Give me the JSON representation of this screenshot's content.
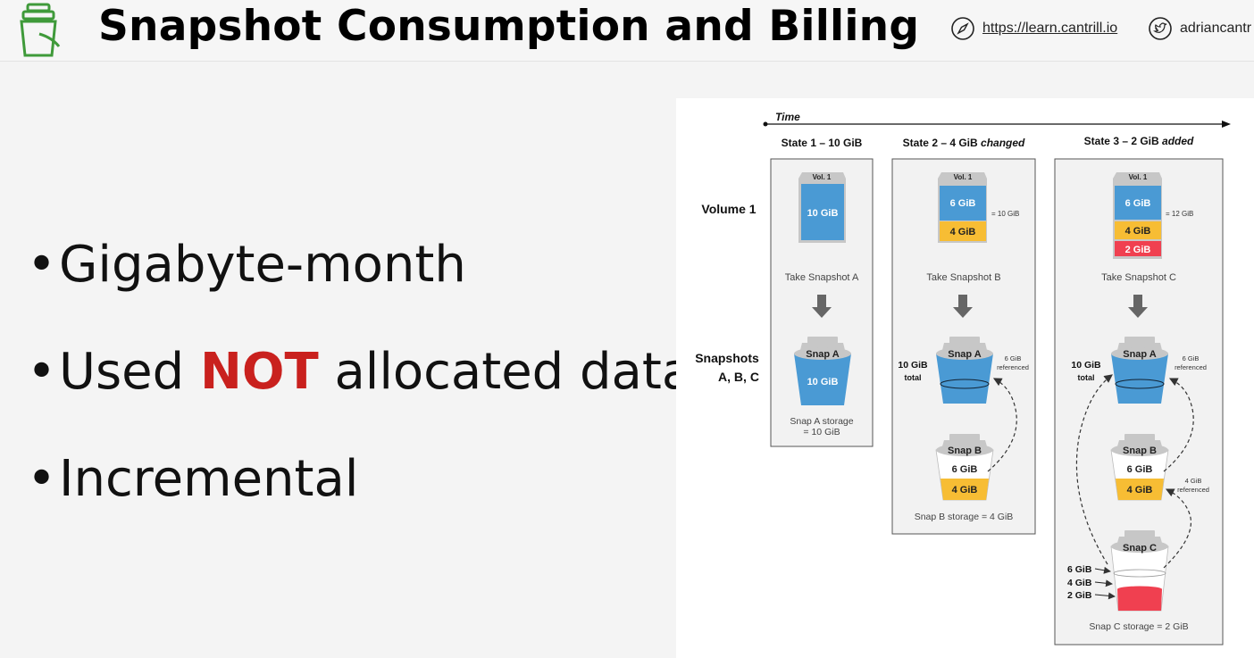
{
  "header": {
    "title": "Snapshot Consumption and Billing",
    "site_link": "https://learn.cantrill.io",
    "twitter_handle": "adriancantr",
    "logo_icon": "bucket-logo-icon",
    "site_icon": "compass-icon",
    "twitter_icon": "twitter-bird-icon",
    "logo_color": "#3f9a3a"
  },
  "bullets": [
    {
      "pre": "Gigabyte-month",
      "highlight": "",
      "post": ""
    },
    {
      "pre": "Used ",
      "highlight": "NOT",
      "post": " allocated data"
    },
    {
      "pre": "Incremental",
      "highlight": "",
      "post": ""
    }
  ],
  "colors": {
    "highlight": "#c9211e",
    "blue": "#4a9ad4",
    "yellow": "#f7bd34",
    "red": "#f04050",
    "grey": "#c7c7c7"
  },
  "diagram": {
    "time_label": "Time",
    "row_volume": "Volume 1",
    "row_snapshots_1": "Snapshots",
    "row_snapshots_2": "A, B, C",
    "states": [
      {
        "heading": "State 1 – 10 GiB",
        "heading_em": "",
        "vol_label": "Vol. 1",
        "vol_segments": [
          "10 GiB"
        ],
        "vol_total": "",
        "action": "Take Snapshot A",
        "storage": [
          "Snap A storage",
          "= 10 GiB"
        ]
      },
      {
        "heading": "State 2 – 4 GiB ",
        "heading_em": "changed",
        "vol_label": "Vol. 1",
        "vol_segments": [
          "6 GiB",
          "4 GiB"
        ],
        "vol_total": "= 10 GiB",
        "action": "Take Snapshot B",
        "total_gib": "10 GiB",
        "total_word": "total",
        "ref_a": [
          "6 GiB",
          "referenced"
        ],
        "storage": [
          "Snap B storage = 4 GiB"
        ]
      },
      {
        "heading": "State 3 – 2 GiB ",
        "heading_em": "added",
        "vol_label": "Vol. 1",
        "vol_segments": [
          "6 GiB",
          "4 GiB",
          "2 GiB"
        ],
        "vol_total": "= 12 GiB",
        "action": "Take Snapshot C",
        "total_gib": "10 GiB",
        "total_word": "total",
        "ref_a": [
          "6 GiB",
          "referenced"
        ],
        "ref_b": [
          "4 GiB",
          "referenced"
        ],
        "snapc_pointers": [
          "6 GiB",
          "4 GiB",
          "2 GiB"
        ],
        "storage": [
          "Snap C storage = 2 GiB"
        ]
      }
    ],
    "snaps": {
      "a": {
        "label": "Snap A",
        "inner": "10 GiB"
      },
      "b": {
        "label": "Snap B",
        "inner": [
          "6 GiB",
          "4 GiB"
        ]
      },
      "c": {
        "label": "Snap C"
      }
    }
  }
}
